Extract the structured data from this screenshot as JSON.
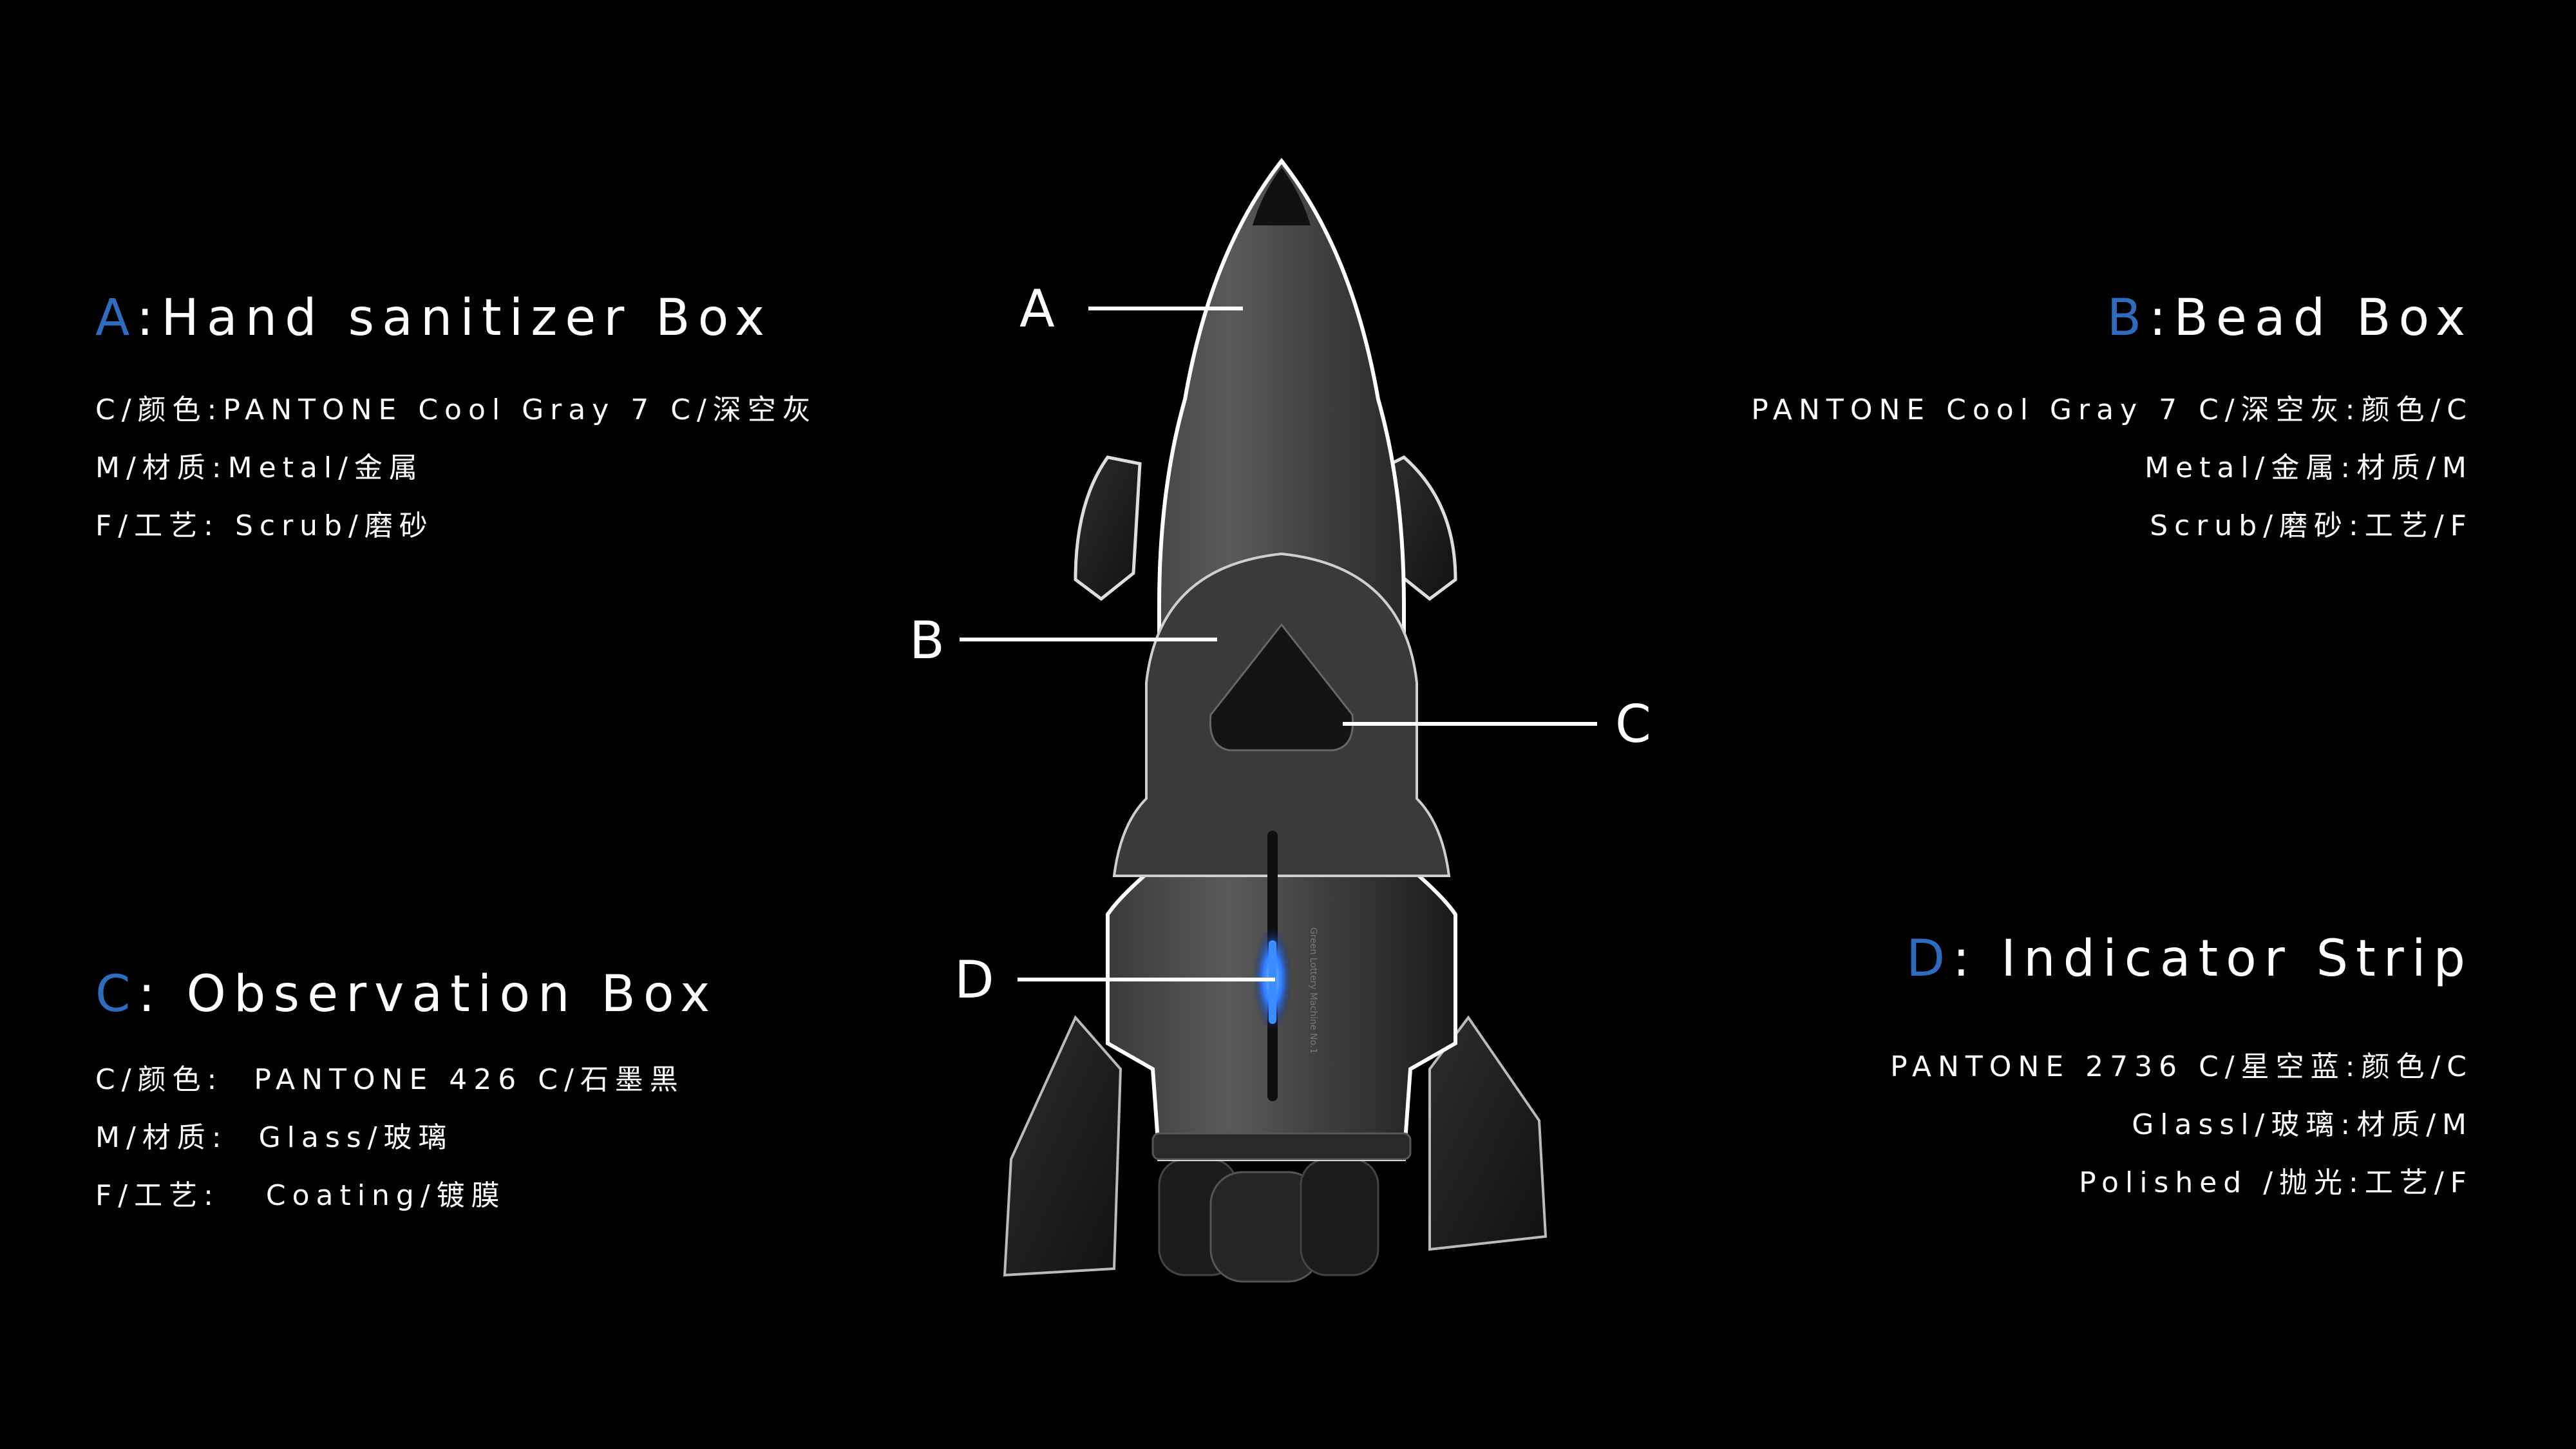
{
  "colors": {
    "accent": "#2e6cc0",
    "background": "#000000",
    "text": "#ffffff",
    "indicator": "#3a8cff"
  },
  "panels": {
    "a": {
      "letter": "A",
      "title": ":Hand sanitizer Box",
      "lines": [
        "C/颜色:PANTONE Cool Gray 7 C/深空灰",
        "M/材质:Metal/金属",
        "F/工艺: Scrub/磨砂"
      ]
    },
    "b": {
      "letter": "B",
      "title": ":Bead Box",
      "lines": [
        "PANTONE Cool Gray 7 C/深空灰:颜色/C",
        "Metal/金属:材质/M",
        "Scrub/磨砂:工艺/F"
      ]
    },
    "c": {
      "letter": "C",
      "title": ": Observation Box",
      "lines": [
        "C/颜色:  PANTONE 426 C/石墨黑",
        "M/材质:  Glass/玻璃",
        "F/工艺:   Coating/镀膜"
      ]
    },
    "d": {
      "letter": "D",
      "title": ": Indicator Strip",
      "lines": [
        "PANTONE 2736 C/星空蓝:颜色/C",
        "Glassl/玻璃:材质/M",
        "Polished /抛光:工艺/F"
      ]
    }
  },
  "callouts": {
    "a": "A",
    "b": "B",
    "c": "C",
    "d": "D"
  },
  "product": {
    "engraving": "Green Lottery Machine No.1"
  }
}
